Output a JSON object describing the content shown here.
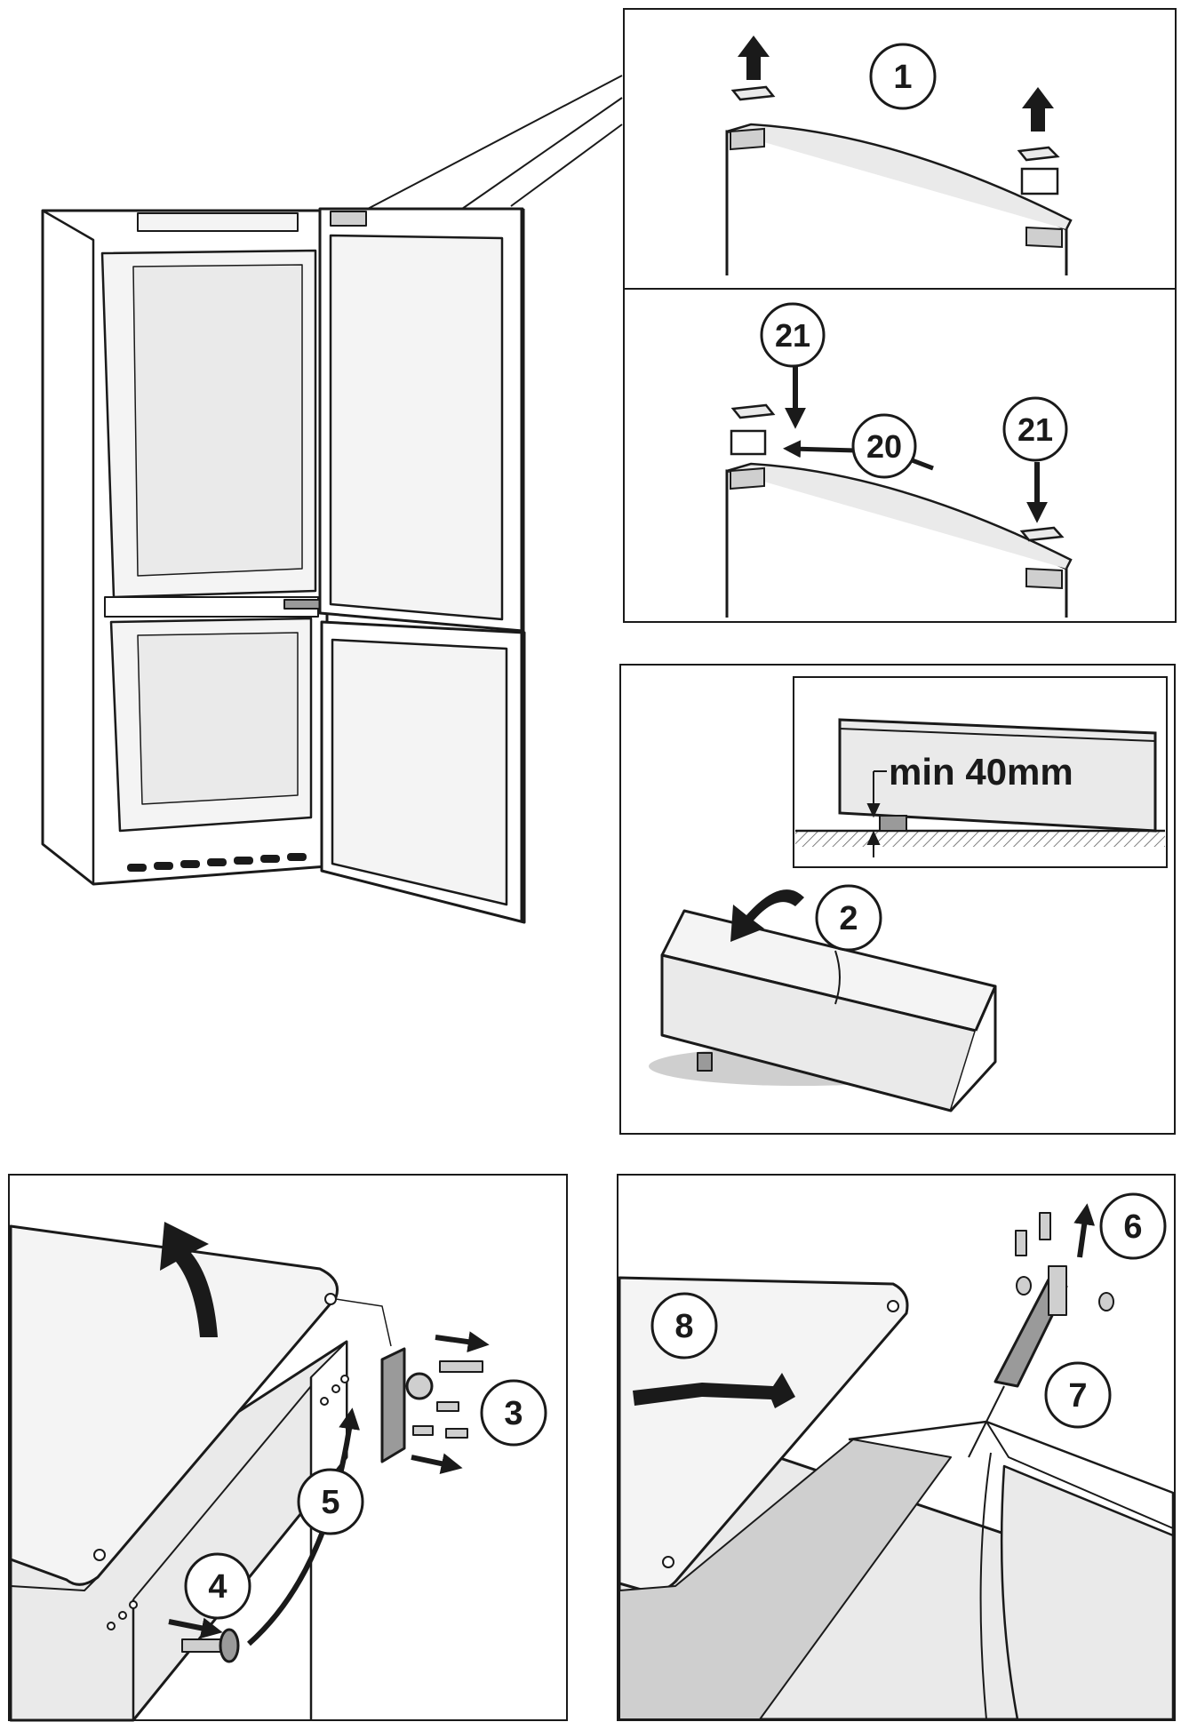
{
  "colors": {
    "line": "#1a1a1a",
    "panel_fill": "#eaeaea",
    "interior_fill": "#f4f4f4",
    "shade": "#cfcfcf",
    "dark_shade": "#9a9a9a",
    "background": "#ffffff"
  },
  "callouts": {
    "step1": "1",
    "step2": "2",
    "step3": "3",
    "step4": "4",
    "step5": "5",
    "step6": "6",
    "step7": "7",
    "step8": "8",
    "part20": "20",
    "part21_left": "21",
    "part21_right": "21"
  },
  "dimension_label": "min 40mm",
  "icons": [
    "arrow-up-icon",
    "arrow-down-icon",
    "arrow-left-icon",
    "arrow-right-icon",
    "curved-arrow-icon"
  ]
}
